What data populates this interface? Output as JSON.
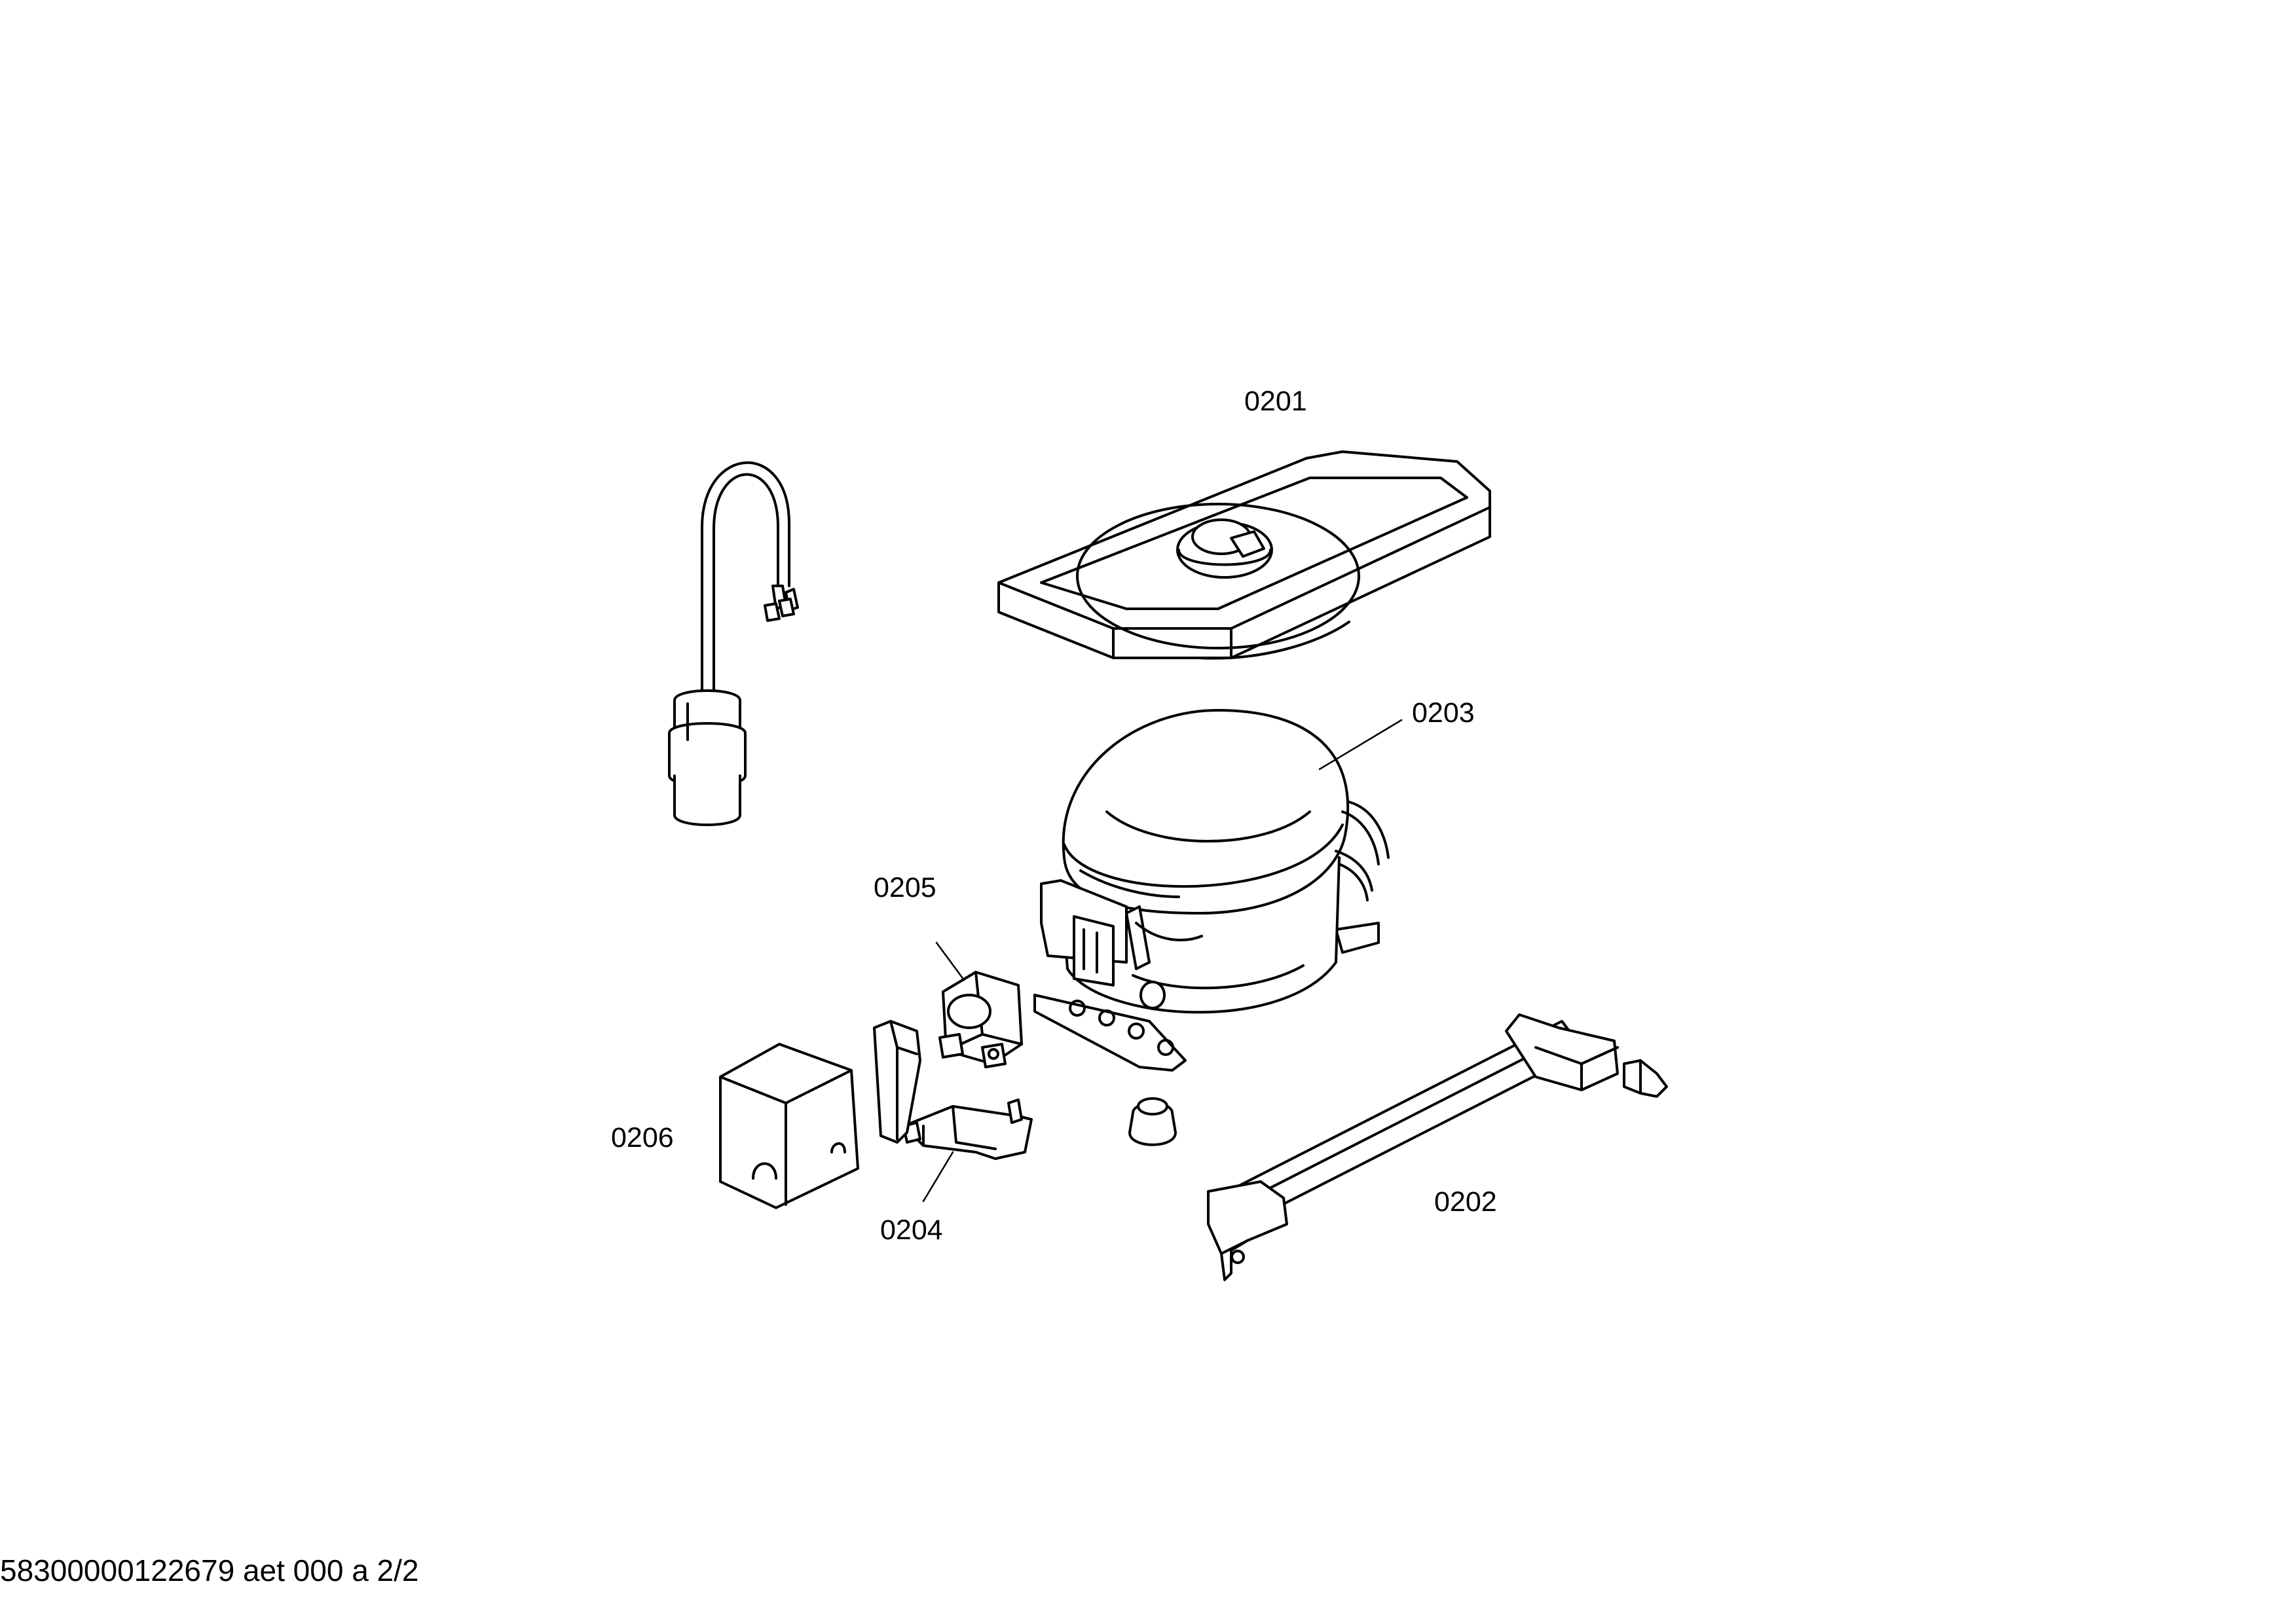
{
  "parts": {
    "p0201": "0201",
    "p0202": "0202",
    "p0203": "0203",
    "p0204": "0204",
    "p0205": "0205",
    "p0206": "0206"
  },
  "footer": {
    "code": "58300000122679 aet 000 a 2/2"
  },
  "colors": {
    "line": "#000000",
    "background": "#ffffff"
  }
}
